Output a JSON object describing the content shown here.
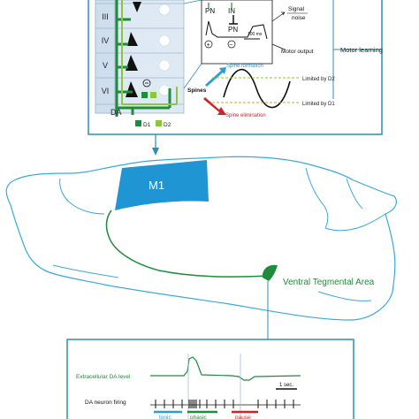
{
  "cortex": {
    "layers": [
      "III",
      "IV",
      "V",
      "VI"
    ],
    "da_label": "DA",
    "receptor_labels": [
      "D1",
      "D2"
    ]
  },
  "inset": {
    "pn": "PN",
    "in": "IN",
    "pn_lower": "PN",
    "time_scale": "100 ms",
    "signal_noise_top": "Signal",
    "signal_noise_bottom": "noise",
    "motor_output": "Motor output",
    "plus": "+",
    "minus": "−"
  },
  "spines": {
    "label": "Spines",
    "formation": "Spine formation",
    "elimination": "Spine elimination",
    "limited_d1": "Limited by D1",
    "limited_d2": "Limited by D2"
  },
  "motor_learning": "Motor learning",
  "brain": {
    "m1": "M1",
    "vta": "Ventral Tegmental Area"
  },
  "bottom_panel": {
    "extracellular": "Extracellular DA level",
    "firing": "DA neuron firing",
    "scale": "1 sec.",
    "tonic": "tonic",
    "phasic": "phasic",
    "pause": "pause"
  },
  "colors": {
    "frame": "#2a8fb4",
    "cortex_bg": "#dfe9f4",
    "green": "#1e8c3a",
    "light_green": "#8cc63e",
    "m1_blue": "#1f95d3",
    "outline_blue": "#39a9dc",
    "red": "#d1232a",
    "tonic": "#2a9dd8",
    "phasic": "#1e8c3a",
    "pause": "#d1232a"
  }
}
